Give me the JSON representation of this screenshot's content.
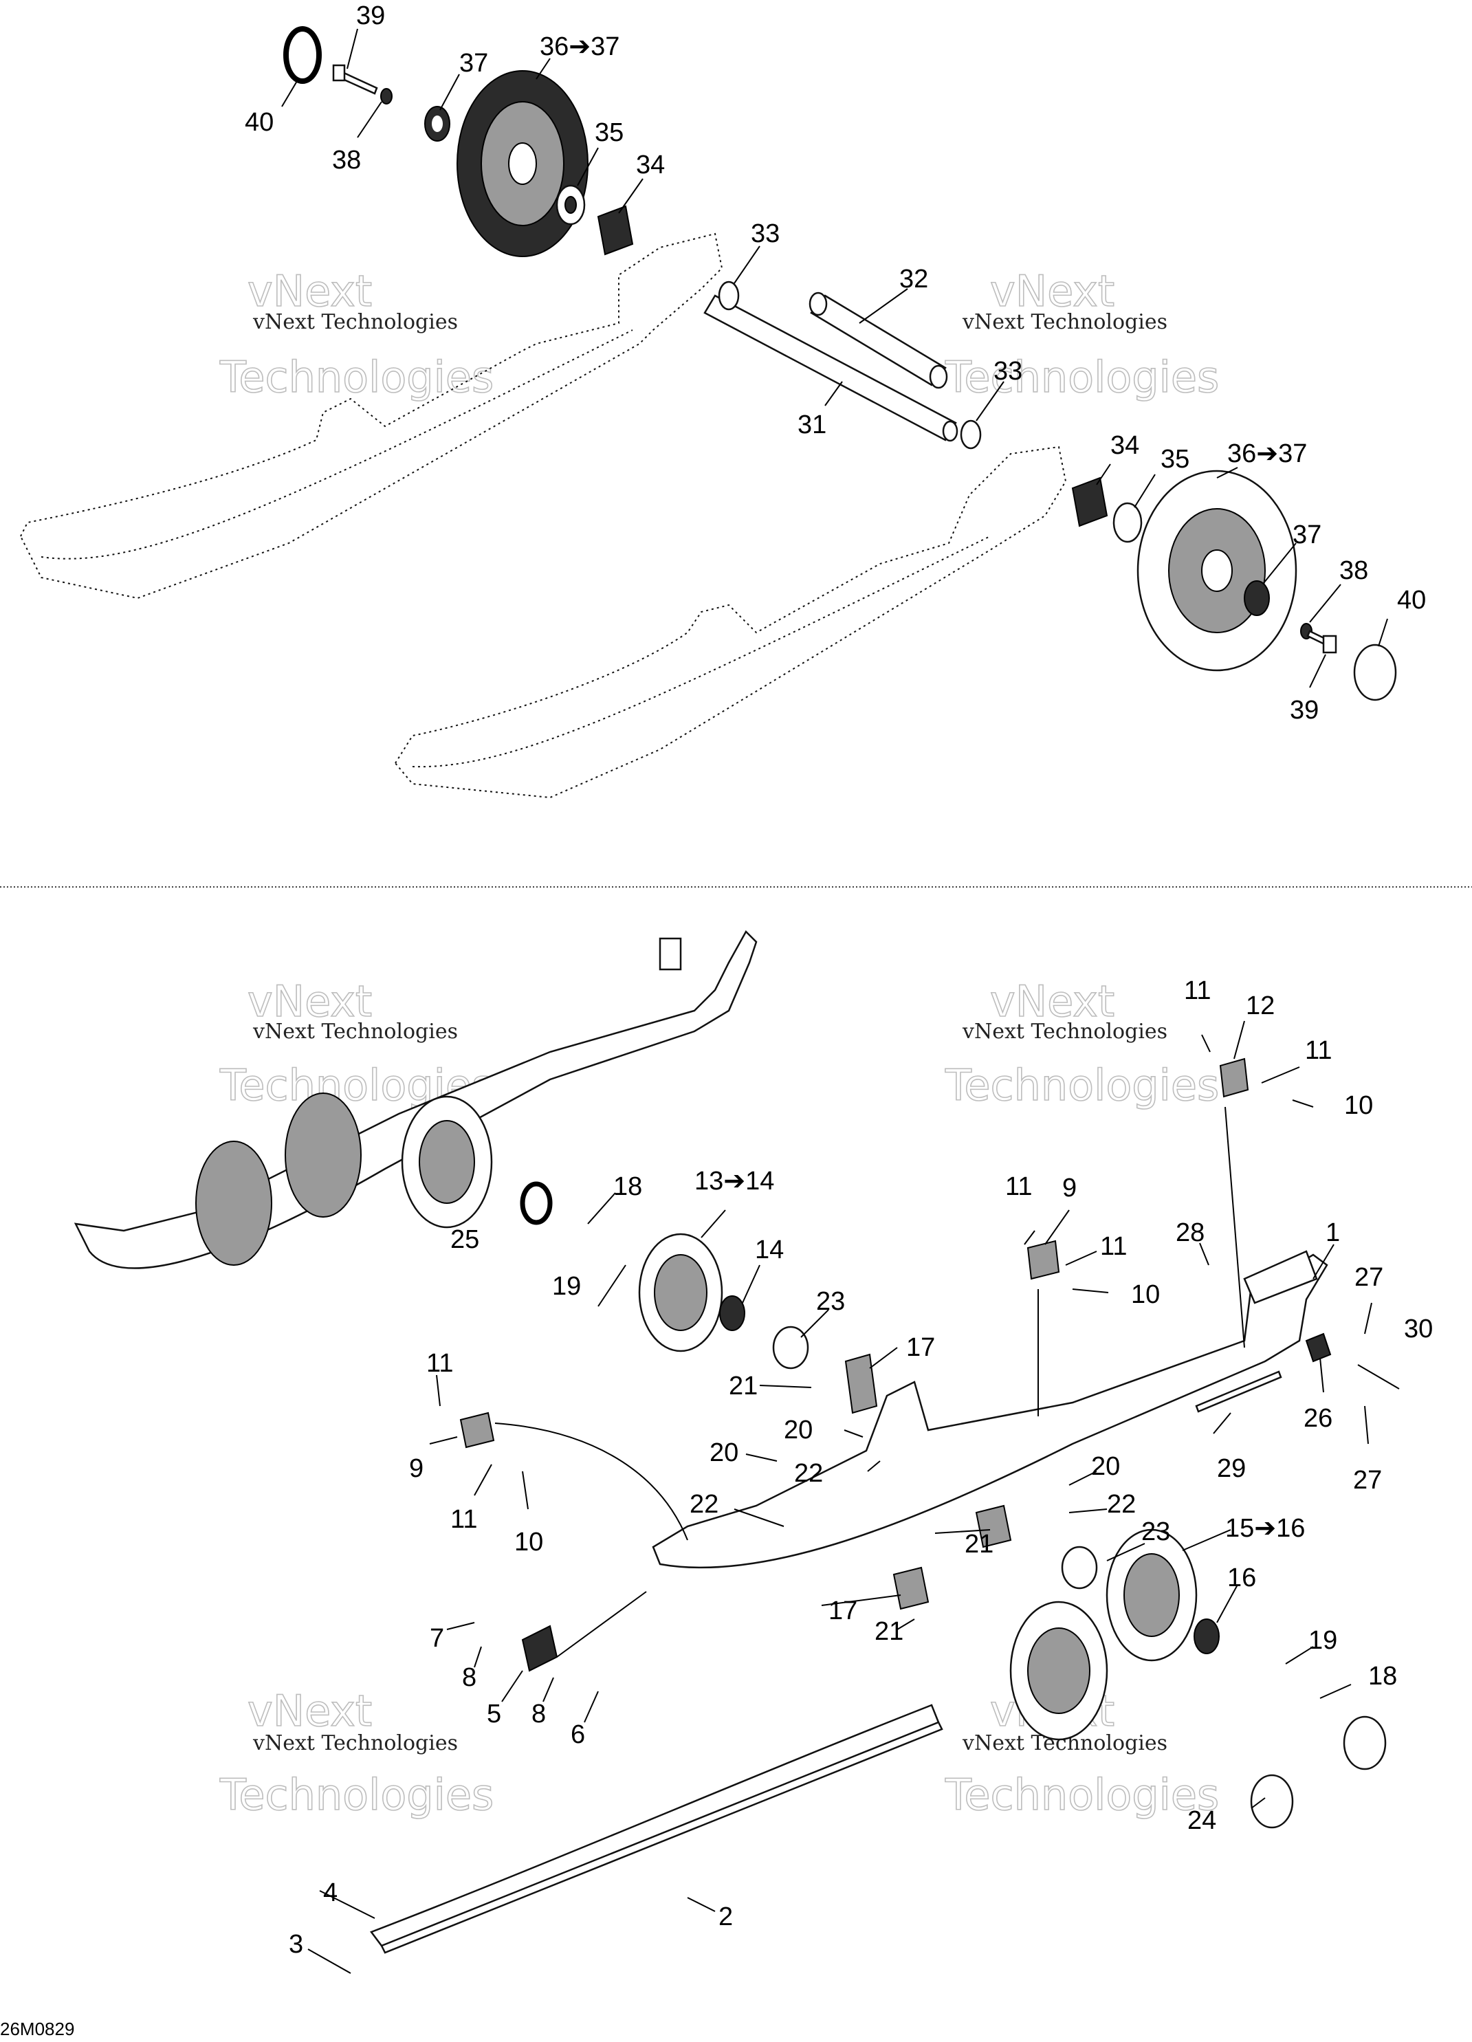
{
  "diagram_code": "26M0829",
  "watermark": {
    "line1": "vNext Technologies",
    "overlay_top": "vNext",
    "overlay_bottom": "Technologies"
  },
  "labels": {
    "l1": "1",
    "l2": "2",
    "l3": "3",
    "l4": "4",
    "l5": "5",
    "l6": "6",
    "l7": "7",
    "l8a": "8",
    "l8b": "8",
    "l9a": "9",
    "l9b": "9",
    "l10a": "10",
    "l10b": "10",
    "l10c": "10",
    "l11a": "11",
    "l11b": "11",
    "l11c": "11",
    "l11d": "11",
    "l11e": "11",
    "l11f": "11",
    "l12": "12",
    "l13": "13➔14",
    "l14": "14",
    "l15": "15➔16",
    "l16": "16",
    "l17a": "17",
    "l17b": "17",
    "l18a": "18",
    "l18b": "18",
    "l19a": "19",
    "l19b": "19",
    "l20a": "20",
    "l20b": "20",
    "l20c": "20",
    "l21a": "21",
    "l21b": "21",
    "l21c": "21",
    "l22a": "22",
    "l22b": "22",
    "l22c": "22",
    "l23a": "23",
    "l23b": "23",
    "l24": "24",
    "l25": "25",
    "l26": "26",
    "l27a": "27",
    "l27b": "27",
    "l28": "28",
    "l29": "29",
    "l30": "30",
    "l31": "31",
    "l32": "32",
    "l33a": "33",
    "l33b": "33",
    "l34a": "34",
    "l34b": "34",
    "l35a": "35",
    "l35b": "35",
    "l36a": "36➔37",
    "l36b": "36➔37",
    "l37a": "37",
    "l37b": "37",
    "l38a": "38",
    "l38b": "38",
    "l39a": "39",
    "l39b": "39",
    "l40a": "40",
    "l40b": "40"
  }
}
